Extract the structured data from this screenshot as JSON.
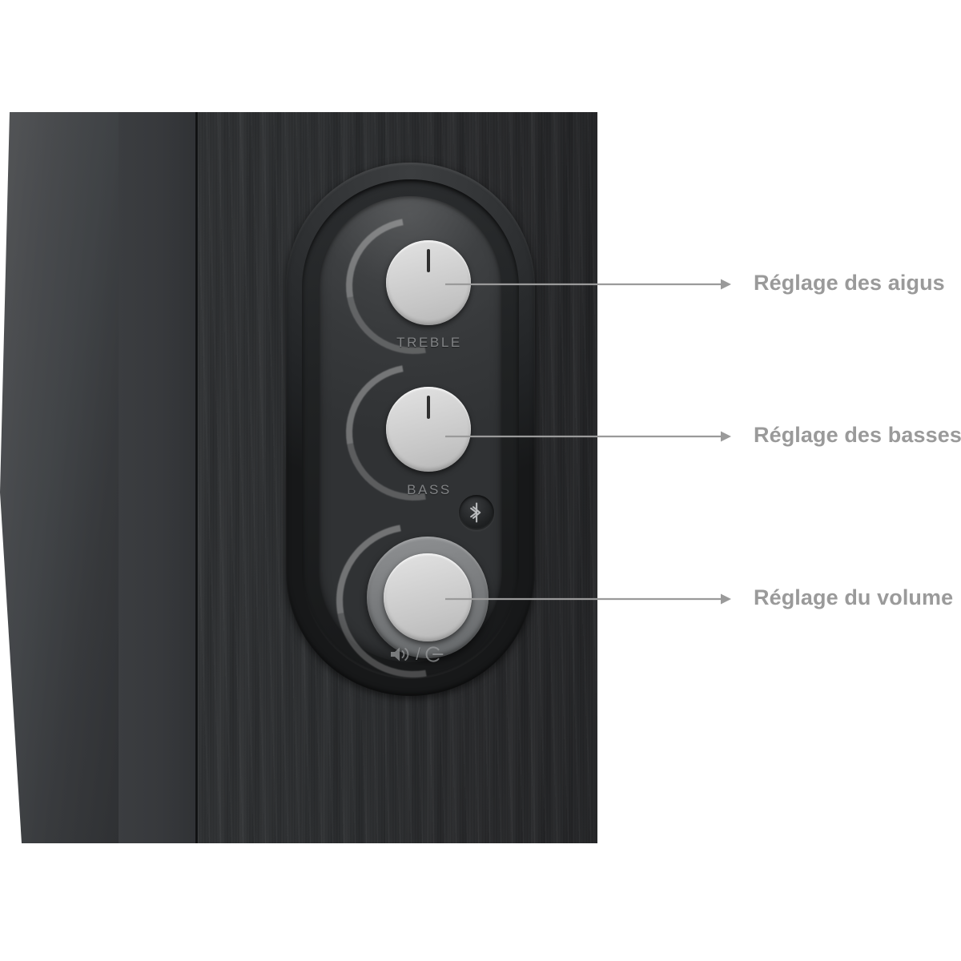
{
  "image": {
    "subject": "bookshelf-speaker-control-panel",
    "background_color": "#ffffff"
  },
  "speaker": {
    "cabinet_color": "#2b2d2f",
    "side_panel_color": "#45474a",
    "panel": {
      "bezel_color": "#232527",
      "inner_panel_color": "#3a3c3e"
    },
    "controls": [
      {
        "id": "treble",
        "label": "TREBLE",
        "type": "rotary-knob",
        "knob_color": "#cdcdcd",
        "has_indicator": true
      },
      {
        "id": "bass",
        "label": "BASS",
        "type": "rotary-knob",
        "knob_color": "#cdcdcd",
        "has_indicator": true
      },
      {
        "id": "volume",
        "label": "",
        "type": "rotary-knob-with-ring",
        "knob_color": "#cdcdcd",
        "has_indicator": false,
        "icon_names": [
          "volume-icon",
          "power-icon"
        ],
        "icon_separator": "/"
      }
    ],
    "bluetooth_button": {
      "icon_name": "bluetooth-icon",
      "label": ""
    }
  },
  "annotations": {
    "line_color": "#9a9a9a",
    "text_color": "#9a9a9a",
    "items": [
      {
        "id": "treble",
        "text": "Réglage des aigus"
      },
      {
        "id": "bass",
        "text": "Réglage des basses"
      },
      {
        "id": "volume",
        "text": "Réglage du volume"
      }
    ]
  }
}
